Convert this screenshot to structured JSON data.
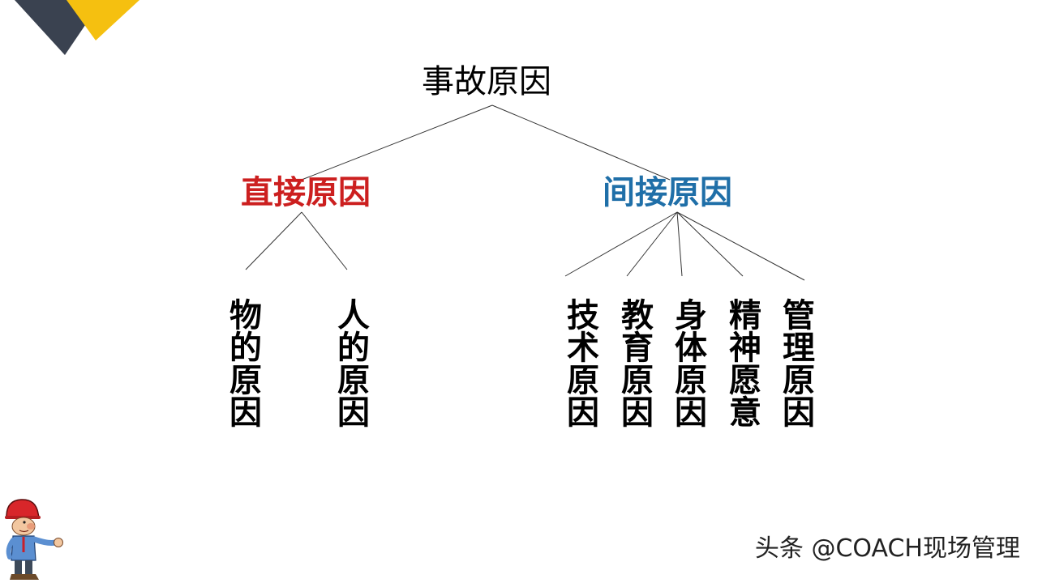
{
  "diagram": {
    "root": {
      "label": "事故原因"
    },
    "branches": [
      {
        "label": "直接原因",
        "color": "#cc1f1f",
        "children": [
          "物的原因",
          "人的原因"
        ]
      },
      {
        "label": "间接原因",
        "color": "#1f6fa8",
        "children": [
          "技术原因",
          "教育原因",
          "身体原因",
          "精神愿意",
          "管理原因"
        ]
      }
    ]
  },
  "decoration": {
    "corner_colors": {
      "dark": "#3a4250",
      "accent": "#f5c010"
    },
    "mascot_icon": "safety-worker-icon"
  },
  "watermark": {
    "text": "头条 @COACH现场管理"
  }
}
